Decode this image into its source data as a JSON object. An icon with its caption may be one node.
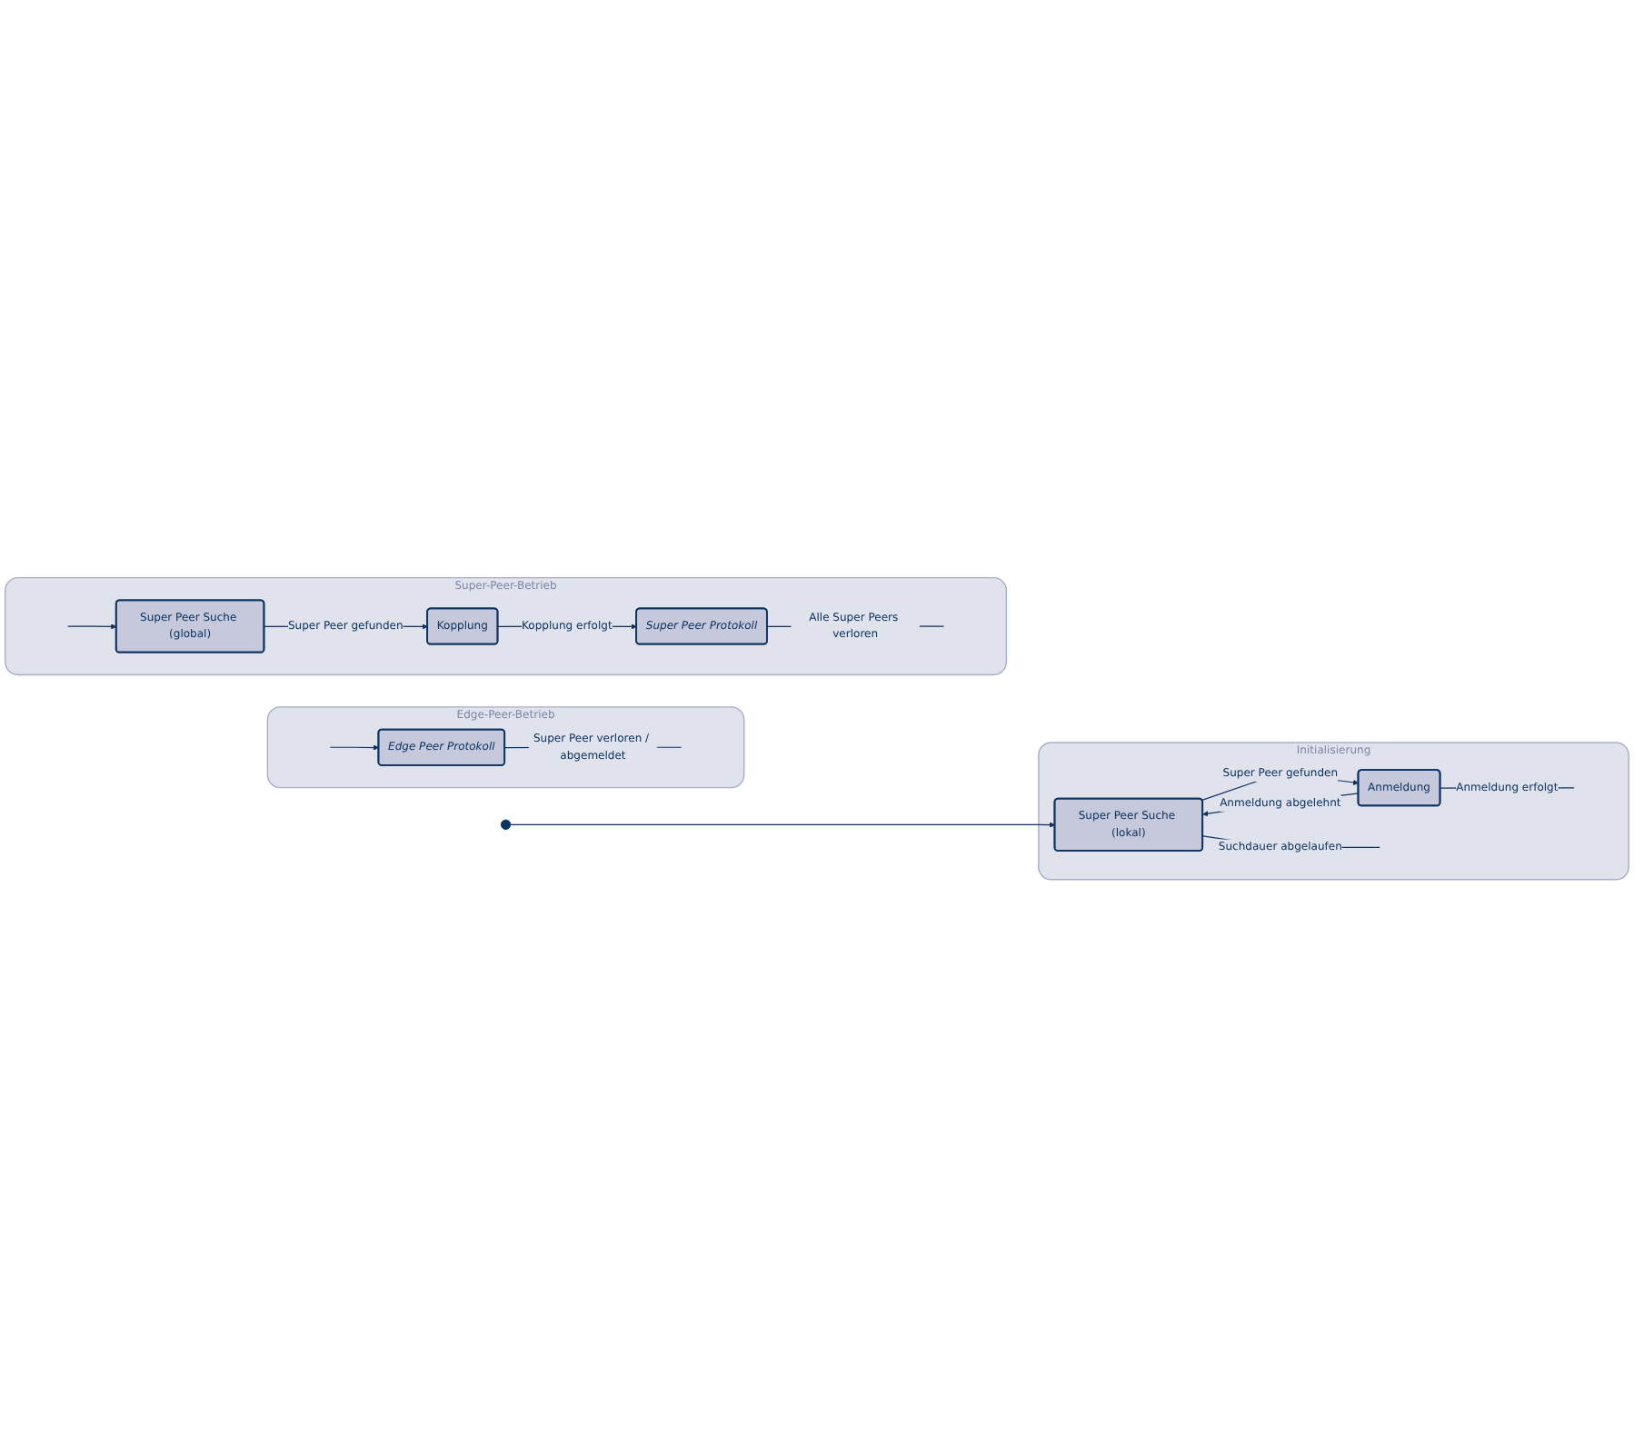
{
  "diagram": {
    "nodes": [
      {
        "text": [
          "Edge-Peer-Betrieb"
        ]
      },
      {
        "text": [
          "Edge Peer Protokoll"
        ],
        "in": 0
      },
      {
        "text": [],
        "shape": "circle"
      },
      {
        "text": [
          "Initialisierung"
        ]
      },
      {
        "text": [
          "Super Peer Suche (lokal)"
        ],
        "in": 3
      },
      {
        "text": [
          "Anmeldung"
        ],
        "in": 3
      },
      {
        "text": [
          "Super-Peer-Betrieb"
        ]
      },
      {
        "text": [
          "Super Peer Suche (global)"
        ],
        "in": 6
      },
      {
        "text": [
          "Kopplung"
        ],
        "in": 6
      },
      {
        "text": [
          "Super Peer Protokoll"
        ],
        "in": 6
      }
    ],
    "edges": [
      {
        "from": null,
        "to": 1,
        "arrow": "to"
      },
      {
        "from": 1,
        "to": null,
        "arrow": "none",
        "label": "Super Peer verloren / abgemeldet"
      },
      {
        "from": 2,
        "to": 4,
        "arrow": "to"
      },
      {
        "from": 4,
        "to": 5,
        "arrow": "to",
        "label": "Super Peer gefunden"
      },
      {
        "from": 5,
        "to": 4,
        "arrow": "to",
        "label": "Anmeldung abgelehnt"
      },
      {
        "from": 5,
        "to": null,
        "arrow": "none",
        "label": "Anmeldung erfolgt"
      },
      {
        "from": 4,
        "to": null,
        "arrow": "none",
        "label": "Suchdauer abgelaufen"
      },
      {
        "from": null,
        "to": 7,
        "arrow": "to"
      },
      {
        "from": 7,
        "to": 8,
        "arrow": "to",
        "label": "Super Peer gefunden"
      },
      {
        "from": 8,
        "to": 9,
        "arrow": "to",
        "label": "Kopplung erfolgt"
      },
      {
        "from": 9,
        "to": null,
        "arrow": "none",
        "label": "Alle Super Peers verloren"
      }
    ]
  }
}
